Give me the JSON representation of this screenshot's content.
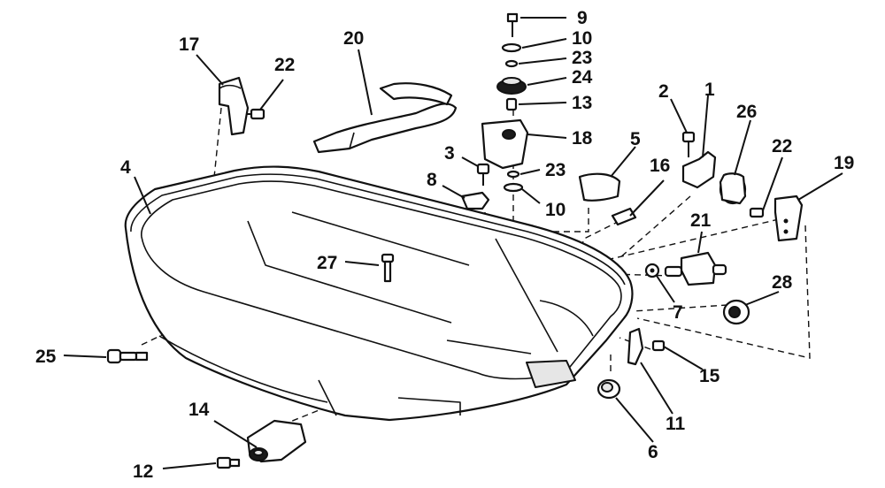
{
  "callouts": [
    {
      "id": "c9",
      "text": "9"
    },
    {
      "id": "c10a",
      "text": "10"
    },
    {
      "id": "c23a",
      "text": "23"
    },
    {
      "id": "c24",
      "text": "24"
    },
    {
      "id": "c13",
      "text": "13"
    },
    {
      "id": "c18",
      "text": "18"
    },
    {
      "id": "c23b",
      "text": "23"
    },
    {
      "id": "c10b",
      "text": "10"
    },
    {
      "id": "c3",
      "text": "3"
    },
    {
      "id": "c8",
      "text": "8"
    },
    {
      "id": "c5",
      "text": "5"
    },
    {
      "id": "c16",
      "text": "16"
    },
    {
      "id": "c2",
      "text": "2"
    },
    {
      "id": "c1",
      "text": "1"
    },
    {
      "id": "c26",
      "text": "26"
    },
    {
      "id": "c22b",
      "text": "22"
    },
    {
      "id": "c19",
      "text": "19"
    },
    {
      "id": "c21",
      "text": "21"
    },
    {
      "id": "c7",
      "text": "7"
    },
    {
      "id": "c28",
      "text": "28"
    },
    {
      "id": "c15",
      "text": "15"
    },
    {
      "id": "c11",
      "text": "11"
    },
    {
      "id": "c6",
      "text": "6"
    },
    {
      "id": "c17",
      "text": "17"
    },
    {
      "id": "c22a",
      "text": "22"
    },
    {
      "id": "c20",
      "text": "20"
    },
    {
      "id": "c4",
      "text": "4"
    },
    {
      "id": "c27",
      "text": "27"
    },
    {
      "id": "c25",
      "text": "25"
    },
    {
      "id": "c14",
      "text": "14"
    },
    {
      "id": "c12",
      "text": "12"
    }
  ]
}
